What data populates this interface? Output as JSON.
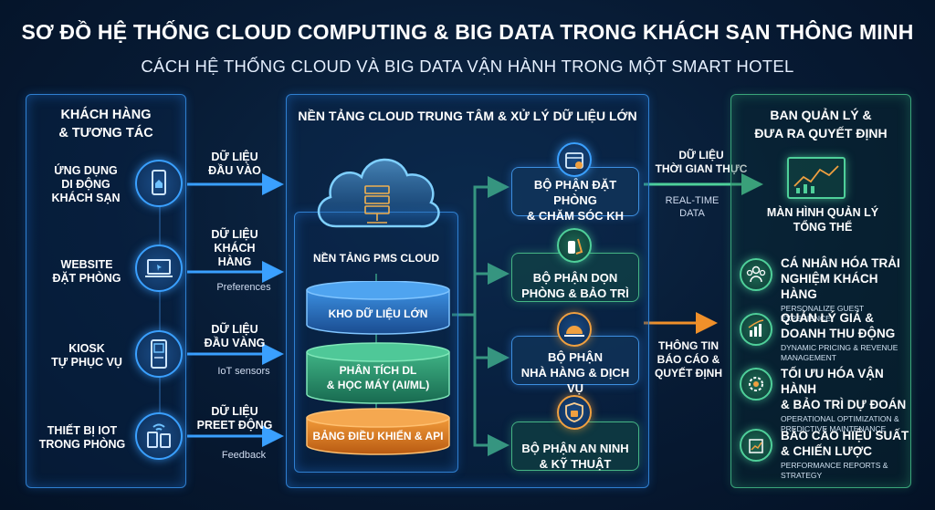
{
  "title": "SƠ ĐỒ HỆ THỐNG CLOUD COMPUTING & BIG DATA TRONG KHÁCH SẠN THÔNG MINH",
  "subtitle": "CÁCH HỆ THỐNG CLOUD VÀ BIG DATA VẬN HÀNH TRONG MỘT SMART HOTEL",
  "left_panel": {
    "title_line1": "KHÁCH HÀNG",
    "title_line2": "& TƯƠNG TÁC",
    "items": [
      {
        "label_l1": "ỨNG DỤNG",
        "label_l2": "DI ĐỘNG",
        "label_l3": "KHÁCH SẠN",
        "icon": "mobile-app-icon"
      },
      {
        "label_l1": "WEBSITE",
        "label_l2": "ĐẶT PHÒNG",
        "label_l3": "",
        "icon": "laptop-icon"
      },
      {
        "label_l1": "KIOSK",
        "label_l2": "TỰ PHỤC VỤ",
        "label_l3": "",
        "icon": "kiosk-icon"
      },
      {
        "label_l1": "THIẾT BỊ IOT",
        "label_l2": "TRONG PHÒNG",
        "label_l3": "",
        "icon": "iot-devices-icon"
      }
    ]
  },
  "input_flows": [
    {
      "l1": "DỮ LIỆU",
      "l2": "ĐẦU VÀO",
      "l3": "",
      "note": ""
    },
    {
      "l1": "DỮ LIỆU",
      "l2": "KHÁCH",
      "l3": "HÀNG",
      "note": "Preferences"
    },
    {
      "l1": "DỮ LIỆU",
      "l2": "ĐẦU VÀNG",
      "l3": "",
      "note": "IoT sensors"
    },
    {
      "l1": "DỮ LIỆU",
      "l2": "PREET ĐỘNG",
      "l3": "",
      "note": "Feedback"
    }
  ],
  "center_panel": {
    "title": "NỀN TẢNG CLOUD TRUNG TÂM & XỬ LÝ DỮ LIỆU LỚN",
    "cloud_label": "NỀN TẢNG PMS CLOUD",
    "layers": [
      {
        "l1": "KHO DỮ LIỆU LỚN",
        "l2": ""
      },
      {
        "l1": "PHÂN TÍCH DL",
        "l2": "& HỌC MÁY (AI/ML)"
      },
      {
        "l1": "BẢNG ĐIỀU KHIỂN & API",
        "l2": ""
      }
    ]
  },
  "departments": [
    {
      "l1": "BỘ PHẬN ĐẶT PHÒNG",
      "l2": "& CHĂM SÓC KH",
      "icon": "calendar-icon"
    },
    {
      "l1": "BỘ PHẬN DỌN",
      "l2": "PHÒNG & BẢO TRÌ",
      "icon": "cleaning-icon"
    },
    {
      "l1": "BỘ PHẬN",
      "l2": "NHÀ HÀNG & DỊCH VỤ",
      "icon": "cloche-icon"
    },
    {
      "l1": "BỘ PHẬN AN NINH",
      "l2": "& KỸ THUẬT",
      "icon": "security-shield-icon"
    }
  ],
  "output_flows": {
    "realtime_l1": "DỮ LIỆU",
    "realtime_l2": "THỜI GIAN THỰC",
    "realtime_en_l1": "REAL-TIME",
    "realtime_en_l2": "DATA",
    "report_l1": "THÔNG TIN",
    "report_l2": "BÁO CÁO &",
    "report_l3": "QUYẾT ĐỊNH"
  },
  "right_panel": {
    "title_line1": "BAN QUẢN LÝ &",
    "title_line2": "ĐƯA RA QUYẾT ĐỊNH",
    "screen_l1": "MÀN HÌNH QUẢN LÝ",
    "screen_l2": "TỔNG THỂ",
    "items": [
      {
        "l1": "CÁ NHÂN HÓA TRẢI",
        "l2": "NGHIỆM KHÁCH HÀNG",
        "sub1": "PERSONALIZE GUEST EXPERIENCE",
        "sub2": "",
        "icon": "people-icon"
      },
      {
        "l1": "QUẢN LÝ GIÁ &",
        "l2": "DOANH THU ĐỘNG",
        "sub1": "DYNAMIC PRICING & REVENUE",
        "sub2": "MANAGEMENT",
        "icon": "revenue-chart-icon"
      },
      {
        "l1": "TỐI ƯU HÓA VẬN HÀNH",
        "l2": "& BẢO TRÌ DỰ ĐOÁN",
        "sub1": "OPERATIONAL OPTIMIZATION &",
        "sub2": "PREDICTIVE MAINTENANCE",
        "icon": "gear-icon"
      },
      {
        "l1": "BÁO CÁO HIỆU SUẤT",
        "l2": "& CHIẾN LƯỢC",
        "sub1": "PERFORMANCE REPORTS &",
        "sub2": "STRATEGY",
        "icon": "report-chart-icon"
      }
    ]
  },
  "colors": {
    "blue_accent": "#3aa0ff",
    "green_accent": "#4fd09a",
    "orange_accent": "#f0902a",
    "background": "#071a33"
  }
}
